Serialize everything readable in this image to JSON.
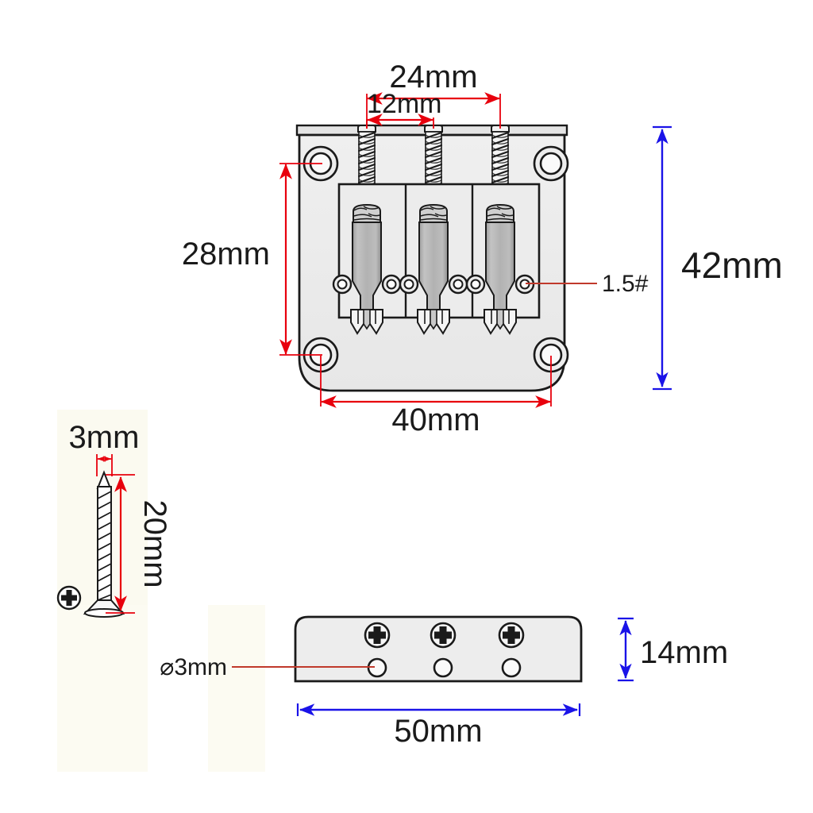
{
  "drawing": {
    "title": "Guitar Bridge Technical Dimension Drawing",
    "background_color": "#ffffff",
    "red_dim_color": "#e8000d",
    "blue_dim_color": "#1a13e8",
    "outline_color": "#1a1a1a",
    "plate_fill": "#ededed",
    "saddle_fill": "#b5b5b5",
    "watermark_fill": "#fbfaf0"
  },
  "top_view": {
    "name": "bridge-top-view",
    "dimensions": {
      "screw_span_outer": {
        "value": "24mm",
        "color": "red",
        "orientation": "horizontal"
      },
      "screw_span_inner": {
        "value": "12mm",
        "color": "red",
        "orientation": "horizontal"
      },
      "mount_hole_vertical": {
        "value": "28mm",
        "color": "red",
        "orientation": "vertical"
      },
      "mount_hole_horizontal": {
        "value": "40mm",
        "color": "red",
        "orientation": "horizontal"
      },
      "plate_height_overall": {
        "value": "42mm",
        "color": "blue",
        "orientation": "vertical"
      }
    },
    "callouts": [
      {
        "name": "saddle-screw-callout",
        "value": "1.5#",
        "color": "red"
      }
    ],
    "parts": {
      "mount_holes_count": 4,
      "intonation_screws_count": 3,
      "saddles_count": 3,
      "saddle_side_holes_per_saddle": 2
    }
  },
  "screw_detail": {
    "name": "mounting-screw-detail",
    "dimensions": {
      "diameter": {
        "value": "3mm",
        "color": "red",
        "orientation": "horizontal"
      },
      "length": {
        "value": "20mm",
        "color": "red",
        "orientation": "vertical-rotated"
      }
    },
    "head_type": "phillips-countersunk"
  },
  "side_view": {
    "name": "bridge-side-view",
    "dimensions": {
      "plate_height": {
        "value": "14mm",
        "color": "blue",
        "orientation": "vertical"
      },
      "plate_width": {
        "value": "50mm",
        "color": "blue",
        "orientation": "horizontal"
      }
    },
    "callouts": [
      {
        "name": "hole-diameter-callout",
        "value": "⌀3mm",
        "color": "red"
      }
    ],
    "parts": {
      "phillips_screws_count": 3,
      "through_holes_count": 3
    }
  }
}
